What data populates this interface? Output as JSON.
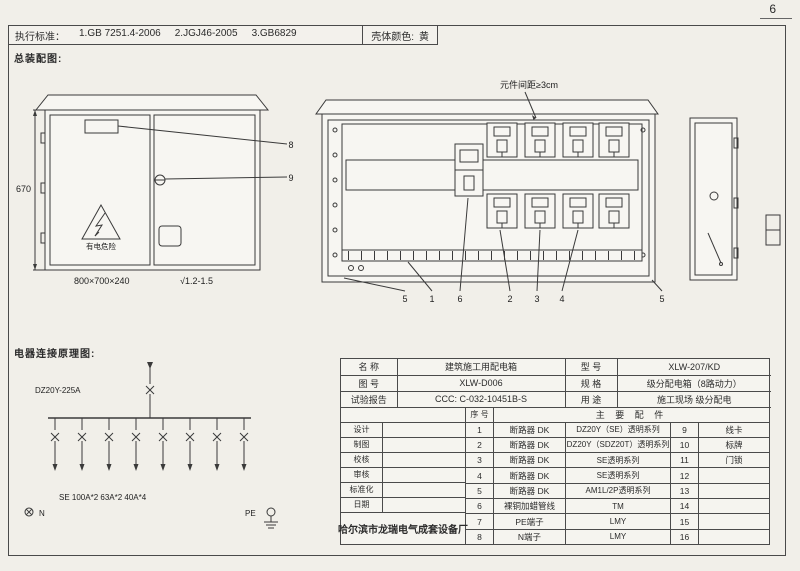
{
  "page": {
    "number": "6"
  },
  "header": {
    "standards_label": "执行标准：",
    "standard_1": "1.GB 7251.4-2006",
    "standard_2": "2.JGJ46-2005",
    "standard_3": "3.GB6829",
    "shell_color_label": "壳体颜色:",
    "shell_color_value": "黄"
  },
  "assembly": {
    "section_title": "总装配图:",
    "spacing_note": "元件间距≥3cm",
    "height_dim": "670",
    "overall_dim": "800×700×240",
    "finish_note": "√1.2-1.5",
    "warning_text": "有电危险",
    "callout_8": "8",
    "callout_9": "9",
    "bottom_callouts": [
      "5",
      "1",
      "6",
      "2",
      "3",
      "4",
      "5"
    ]
  },
  "schematic": {
    "section_title": "电器连接原理图:",
    "main_breaker": "DZ20Y-225A",
    "branch_spec": "SE 100A*2 63A*2 40A*4",
    "neutral_label": "N",
    "pe_label": "PE"
  },
  "info_table": {
    "rows": [
      {
        "label1": "名  称",
        "value1": "建筑施工用配电箱",
        "label2": "型  号",
        "value2": "XLW-207/KD"
      },
      {
        "label1": "图  号",
        "value1": "XLW-D006",
        "label2": "规  格",
        "value2": "级分配电箱（8路动力）"
      },
      {
        "label1": "试验报告",
        "value1": "CCC: C-032-10451B-S",
        "label2": "用  途",
        "value2": "施工现场  级分配电"
      }
    ]
  },
  "sign_block": {
    "rows": [
      "设计",
      "制图",
      "校核",
      "审核",
      "标准化",
      "日期"
    ],
    "factory": "哈尔滨市龙瑞电气成套设备厂"
  },
  "accessories": {
    "seq_header": "序 号",
    "title": "主 要 配 件",
    "rows": [
      {
        "no": "1",
        "name": "断路器 DK",
        "spec": "DZ20Y（SE）透明系列",
        "no2": "9",
        "name2": "线卡"
      },
      {
        "no": "2",
        "name": "断路器 DK",
        "spec": "DZ20Y（SDZ20T）透明系列",
        "no2": "10",
        "name2": "标牌"
      },
      {
        "no": "3",
        "name": "断路器 DK",
        "spec": "SE透明系列",
        "no2": "11",
        "name2": "门锁"
      },
      {
        "no": "4",
        "name": "断路器 DK",
        "spec": "SE透明系列",
        "no2": "12",
        "name2": ""
      },
      {
        "no": "5",
        "name": "断路器 DK",
        "spec": "AM1L/2P透明系列",
        "no2": "13",
        "name2": ""
      },
      {
        "no": "6",
        "name": "裸铜加蜡管线",
        "spec": "TM",
        "no2": "14",
        "name2": ""
      },
      {
        "no": "7",
        "name": "PE端子",
        "spec": "LMY",
        "no2": "15",
        "name2": ""
      },
      {
        "no": "8",
        "name": "N端子",
        "spec": "LMY",
        "no2": "16",
        "name2": ""
      }
    ]
  }
}
